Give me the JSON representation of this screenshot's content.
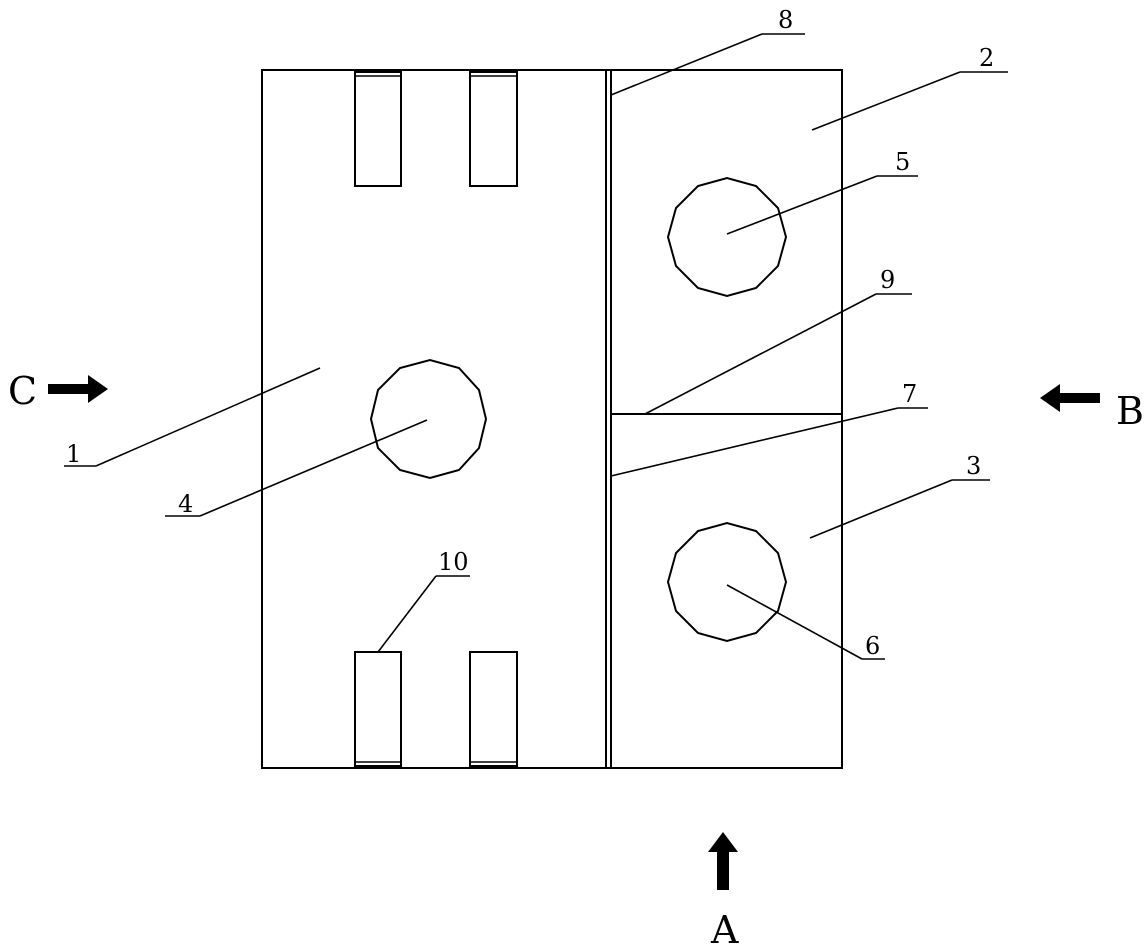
{
  "diagram": {
    "labels": {
      "part1": "1",
      "part2": "2",
      "part3": "3",
      "part4": "4",
      "part5": "5",
      "part6": "6",
      "part7": "7",
      "part8": "8",
      "part9": "9",
      "part10": "10"
    },
    "directions": {
      "a": "A",
      "b": "B",
      "c": "C"
    }
  }
}
